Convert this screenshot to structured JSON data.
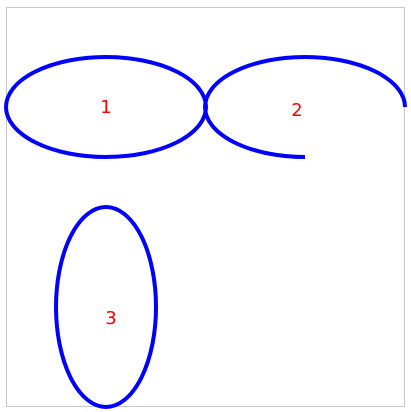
{
  "colors": {
    "stroke": "#0000ff",
    "label": "#ff0000",
    "background": "#ffffff",
    "border": "#c8c8c8"
  },
  "shapes": [
    {
      "id": "shape-1",
      "kind": "ellipse",
      "label": "1"
    },
    {
      "id": "shape-2",
      "kind": "open-ellipse-arc",
      "label": "2"
    },
    {
      "id": "shape-3",
      "kind": "ellipse",
      "label": "3"
    }
  ]
}
